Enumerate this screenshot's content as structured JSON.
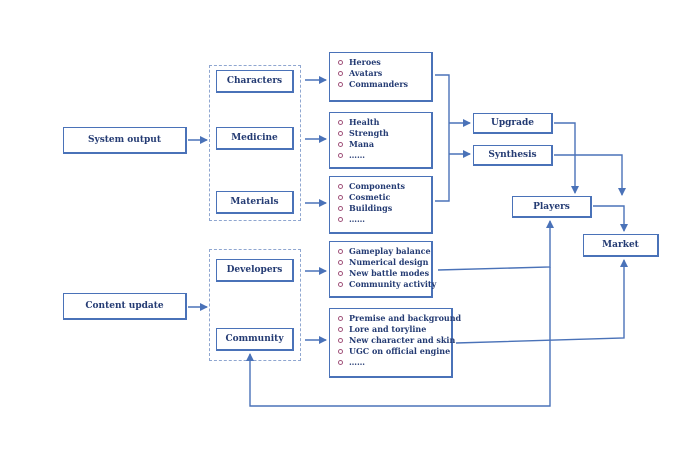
{
  "inputs": {
    "system_output": "System output",
    "content_update": "Content update"
  },
  "categories": {
    "characters": "Characters",
    "medicine": "Medicine",
    "materials": "Materials",
    "developers": "Developers",
    "community": "Community"
  },
  "lists": {
    "characters": [
      "Heroes",
      "Avatars",
      "Commanders"
    ],
    "medicine": [
      "Health",
      "Strength",
      "Mana",
      "……"
    ],
    "materials": [
      "Components",
      "Cosmetic",
      "Buildings",
      "……"
    ],
    "developers": [
      "Gameplay balance",
      "Numerical design",
      "New battle modes",
      "Community activity"
    ],
    "community": [
      "Premise and background",
      "Lore and toryline",
      "New character and skin",
      "UGC on official engine",
      "……"
    ]
  },
  "outputs": {
    "upgrade": "Upgrade",
    "synthesis": "Synthesis",
    "players": "Players",
    "market": "Market"
  },
  "colors": {
    "stroke": "#4a72b8",
    "text": "#243b73",
    "bullet": "#a0527a",
    "dashed": "#8fa6d0"
  }
}
